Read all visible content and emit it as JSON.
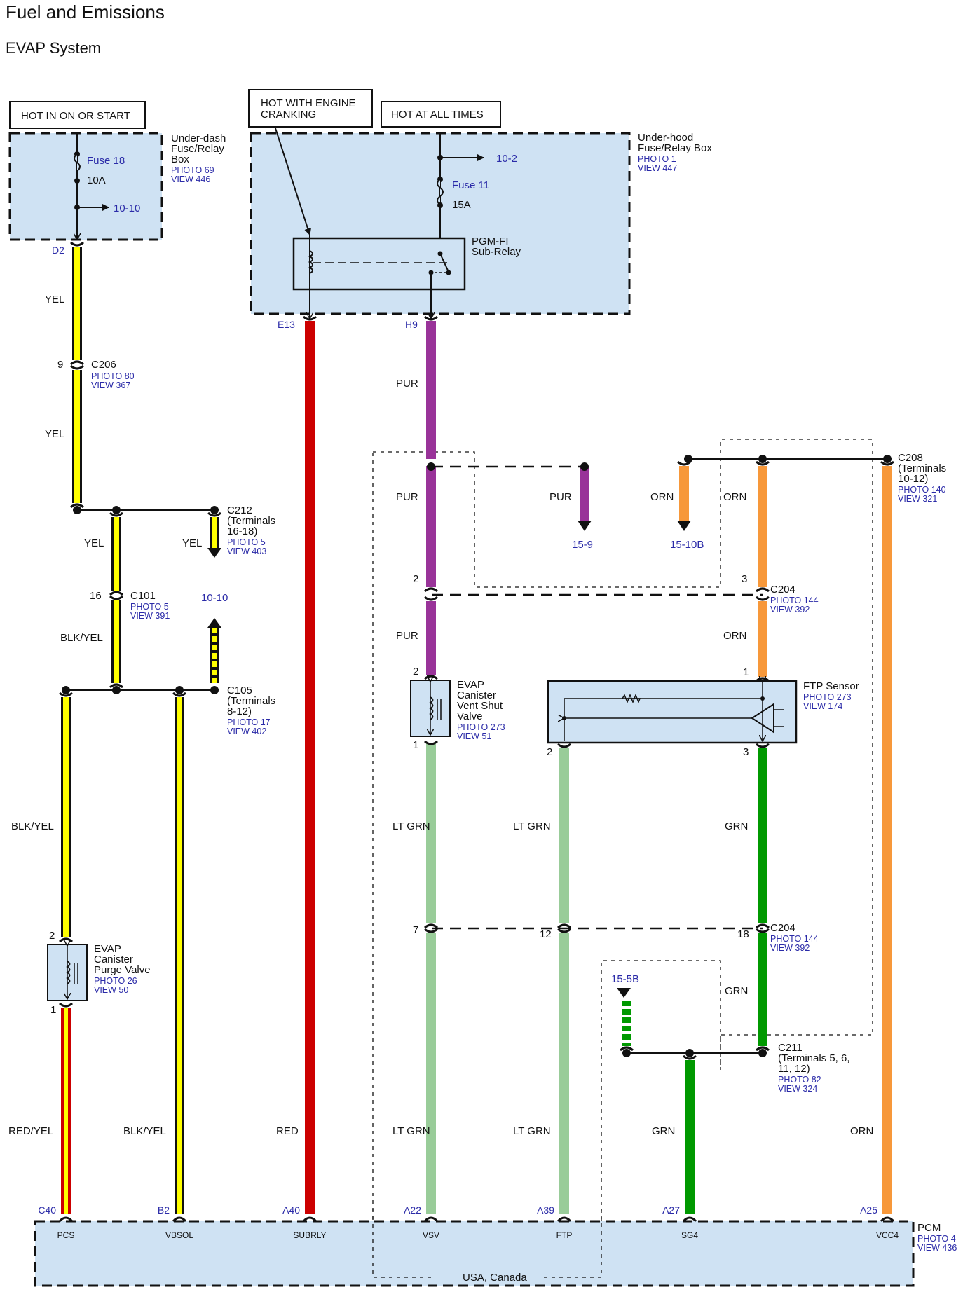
{
  "header": {
    "title": "Fuel and Emissions",
    "subtitle": "EVAP System"
  },
  "power_sources": [
    {
      "id": "hot-on-start",
      "label": "HOT IN ON OR START"
    },
    {
      "id": "hot-cranking",
      "label_lines": [
        "HOT WITH ENGINE",
        "CRANKING"
      ]
    },
    {
      "id": "hot-all-times",
      "label": "HOT AT ALL TIMES"
    }
  ],
  "under_dash_box": {
    "name_lines": [
      "Under-dash",
      "Fuse/Relay",
      "Box"
    ],
    "photo": "PHOTO 69",
    "view": "VIEW 446",
    "fuse": "Fuse 18",
    "rating": "10A",
    "xref": "10-10",
    "pin": "D2"
  },
  "under_hood_box": {
    "name_lines": [
      "Under-hood",
      "Fuse/Relay Box"
    ],
    "photo": "PHOTO 1",
    "view": "VIEW 447",
    "fuse": "Fuse 11",
    "rating": "15A",
    "xref": "10-2",
    "relay_lines": [
      "PGM-FI",
      "Sub-Relay"
    ],
    "pins": [
      "E13",
      "H9"
    ]
  },
  "connectors": [
    {
      "id": "C206",
      "lines": [
        "C206"
      ],
      "photo": "PHOTO 80",
      "view": "VIEW 367",
      "pin": "9"
    },
    {
      "id": "C212",
      "lines": [
        "C212",
        "(Terminals",
        "16-18)"
      ],
      "photo": "PHOTO 5",
      "view": "VIEW 403"
    },
    {
      "id": "C101",
      "lines": [
        "C101"
      ],
      "photo": "PHOTO 5",
      "view": "VIEW 391",
      "pin": "16"
    },
    {
      "id": "C105",
      "lines": [
        "C105",
        "(Terminals",
        "8-12)"
      ],
      "photo": "PHOTO 17",
      "view": "VIEW 402"
    },
    {
      "id": "C208",
      "lines": [
        "C208",
        "(Terminals",
        "10-12)"
      ],
      "photo": "PHOTO 140",
      "view": "VIEW 321"
    },
    {
      "id": "C204a",
      "lines": [
        "C204"
      ],
      "photo": "PHOTO 144",
      "view": "VIEW 392",
      "pins": [
        "2",
        "3"
      ]
    },
    {
      "id": "C204b",
      "lines": [
        "C204"
      ],
      "photo": "PHOTO 144",
      "view": "VIEW 392",
      "pins": [
        "7",
        "12",
        "18"
      ]
    },
    {
      "id": "C211",
      "lines": [
        "C211",
        "(Terminals 5, 6,",
        "11, 12)"
      ],
      "photo": "PHOTO 82",
      "view": "VIEW 324"
    }
  ],
  "components": [
    {
      "id": "purge-valve",
      "lines": [
        "EVAP",
        "Canister",
        "Purge Valve"
      ],
      "photo": "PHOTO 26",
      "view": "VIEW 50",
      "pins": [
        "2",
        "1"
      ]
    },
    {
      "id": "vent-valve",
      "lines": [
        "EVAP",
        "Canister",
        "Vent Shut",
        "Valve"
      ],
      "photo": "PHOTO 273",
      "view": "VIEW 51",
      "pins": [
        "2",
        "1"
      ]
    },
    {
      "id": "ftp-sensor",
      "lines": [
        "FTP Sensor"
      ],
      "photo": "PHOTO 273",
      "view": "VIEW 174",
      "pins": [
        "1",
        "2",
        "3"
      ]
    }
  ],
  "xrefs": [
    "10-10",
    "10-10",
    "15-9",
    "15-10B",
    "15-5B"
  ],
  "wire_colors": {
    "YEL": "#ffff00",
    "BLK": "#111111",
    "RED": "#cc0000",
    "PUR": "#993399",
    "ORN": "#f7983a",
    "LT GRN": "#99cc99",
    "GRN": "#009900",
    "box_fill": "#cfe2f3",
    "ref_text": "#2b2ba8"
  },
  "wire_labels": {
    "yel1": "YEL",
    "yel2": "YEL",
    "yel3": "YEL",
    "yel4": "YEL",
    "blkyel1": "BLK/YEL",
    "blkyel2": "BLK/YEL",
    "blkyel3": "BLK/YEL",
    "redyel": "RED/YEL",
    "red": "RED",
    "pur1": "PUR",
    "pur2": "PUR",
    "pur3": "PUR",
    "pur4": "PUR",
    "orn1": "ORN",
    "orn2": "ORN",
    "orn3": "ORN",
    "orn4": "ORN",
    "ltgrn1": "LT GRN",
    "ltgrn2": "LT GRN",
    "ltgrn3": "LT GRN",
    "ltgrn4": "LT GRN",
    "grn1": "GRN",
    "grn2": "GRN",
    "grn3": "GRN"
  },
  "pcm": {
    "name": "PCM",
    "photo": "PHOTO 4",
    "view": "VIEW 436",
    "region_note": "USA, Canada",
    "terminals": [
      {
        "pin": "C40",
        "signal": "PCS"
      },
      {
        "pin": "B2",
        "signal": "VBSOL"
      },
      {
        "pin": "A40",
        "signal": "SUBRLY"
      },
      {
        "pin": "A22",
        "signal": "VSV"
      },
      {
        "pin": "A39",
        "signal": "FTP"
      },
      {
        "pin": "A27",
        "signal": "SG4"
      },
      {
        "pin": "A25",
        "signal": "VCC4"
      }
    ]
  }
}
